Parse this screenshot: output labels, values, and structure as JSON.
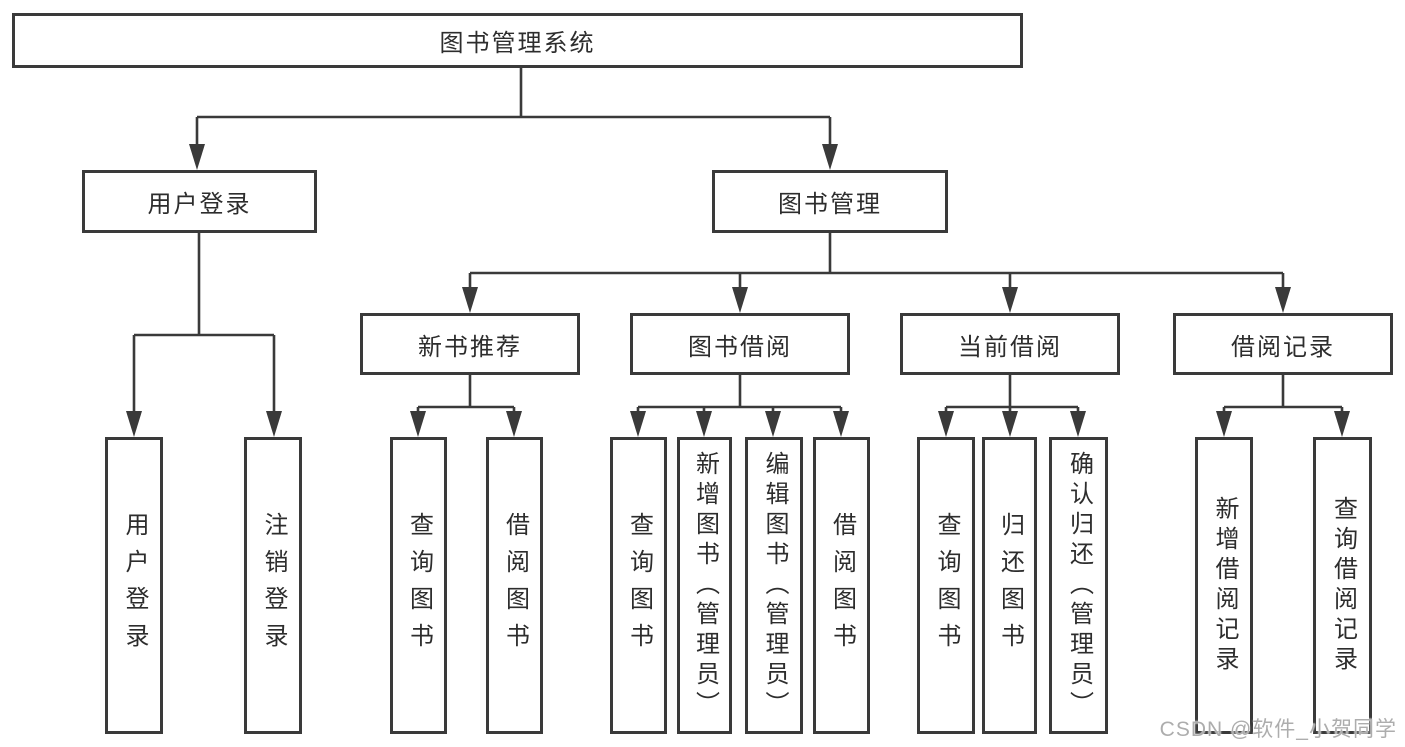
{
  "colors": {
    "line": "#3a3a3a",
    "text": "#2d2d2d",
    "node_background": "#ffffff",
    "watermark_text": "#adadad"
  },
  "watermark": {
    "text": "CSDN @软件_小贺同学"
  },
  "tree": {
    "label": "图书管理系统",
    "children": [
      {
        "label": "用户登录",
        "children": [
          {
            "label": "用户登录"
          },
          {
            "label": "注销登录"
          }
        ]
      },
      {
        "label": "图书管理",
        "children": [
          {
            "label": "新书推荐",
            "children": [
              {
                "label": "查询图书"
              },
              {
                "label": "借阅图书"
              }
            ]
          },
          {
            "label": "图书借阅",
            "children": [
              {
                "label": "查询图书"
              },
              {
                "label": "新增图书（管理员）"
              },
              {
                "label": "编辑图书（管理员）"
              },
              {
                "label": "借阅图书"
              }
            ]
          },
          {
            "label": "当前借阅",
            "children": [
              {
                "label": "查询图书"
              },
              {
                "label": "归还图书"
              },
              {
                "label": "确认归还（管理员）"
              }
            ]
          },
          {
            "label": "借阅记录",
            "children": [
              {
                "label": "新增借阅记录"
              },
              {
                "label": "查询借阅记录"
              }
            ]
          }
        ]
      }
    ]
  }
}
